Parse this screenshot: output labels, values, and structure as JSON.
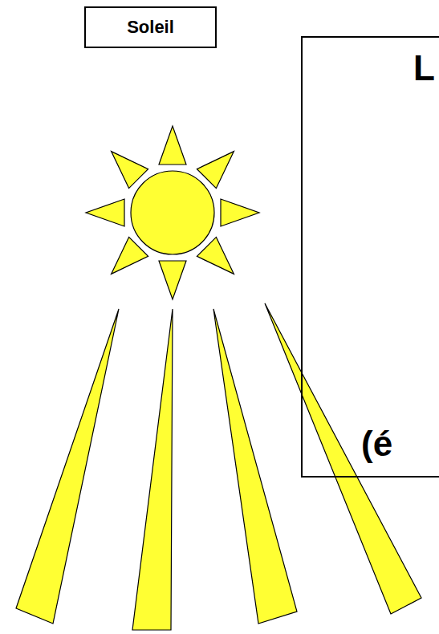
{
  "diagram": {
    "nodes": [
      {
        "text": [
          "Soleil"
        ]
      },
      {
        "text": [
          "L",
          "(é"
        ]
      }
    ]
  }
}
